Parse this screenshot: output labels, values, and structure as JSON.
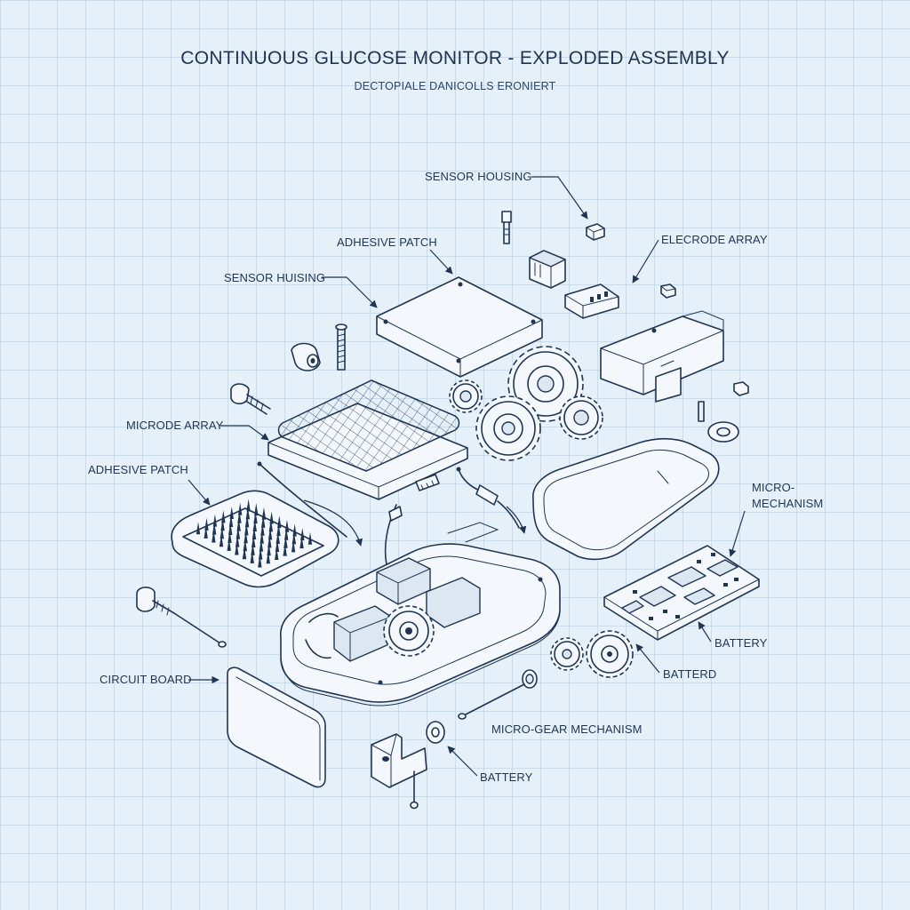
{
  "title": "CONTINUOUS GLUCOSE MONITOR - EXPLODED ASSEMBLY",
  "subtitle": "DECTOPIALE DANICOLLS ERONIERT",
  "labels": {
    "sensor_housing_top": "SENSOR HOUSING",
    "electrode_array": "ELECRODE ARRAY",
    "adhesive_patch_top": "ADHESIVE PATCH",
    "sensor_housing_left": "SENSOR HUISING",
    "microde_array": "MICRODE ARRAY",
    "adhesive_patch_left": "ADHESIVE PATCH",
    "micro_mechanism": "MICRO-\nMECHANISM",
    "battery_right": "BATTERY",
    "batterd": "BATTERD",
    "circuit_board": "CIRCUIT BOARD",
    "micro_gear_mechanism": "MICRO-GEAR MECHANISM",
    "battery_bottom": "BATTERY"
  },
  "colors": {
    "background": "#e6f0f8",
    "grid": "#c9dcec",
    "ink": "#1f3553"
  }
}
